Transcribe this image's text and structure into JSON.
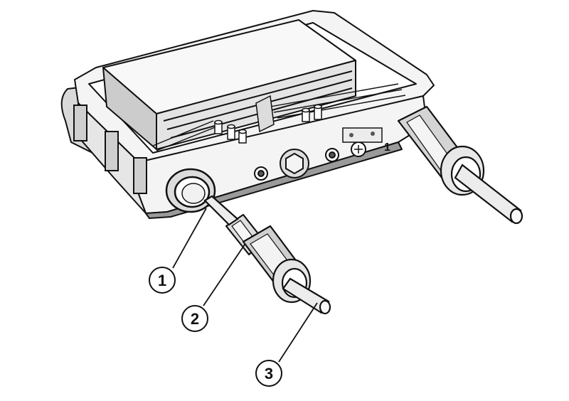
{
  "diagram": {
    "callouts": [
      {
        "id": "1",
        "label": "1"
      },
      {
        "id": "2",
        "label": "2"
      },
      {
        "id": "3",
        "label": "3"
      }
    ],
    "panel_marking": "1",
    "colors": {
      "line": "#111111",
      "fill_light": "#f4f4f4",
      "fill_mid": "#d9d9d9",
      "fill_dark": "#9a9a9a",
      "background": "#ffffff"
    }
  }
}
